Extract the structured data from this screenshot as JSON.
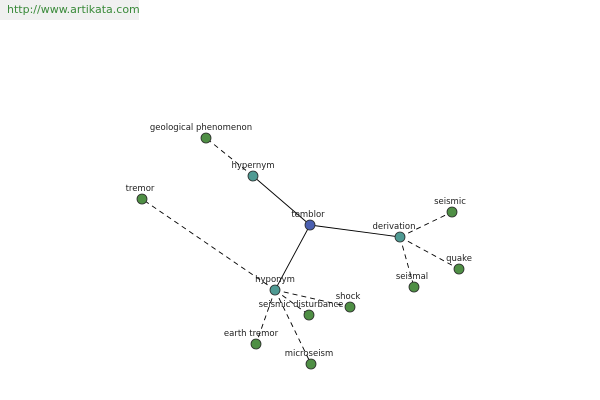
{
  "banner": {
    "url": "http://www.artikata.com"
  },
  "colors": {
    "center": "#4a5fb0",
    "relation": "#4f9a93",
    "leaf": "#4f8f45",
    "banner_text": "#3a8a3a"
  },
  "nodes": [
    {
      "id": "temblor",
      "label": "temblor",
      "kind": "center"
    },
    {
      "id": "hypernym",
      "label": "hypernym",
      "kind": "relation"
    },
    {
      "id": "derivation",
      "label": "derivation",
      "kind": "relation"
    },
    {
      "id": "hyponym",
      "label": "hyponym",
      "kind": "relation"
    },
    {
      "id": "geological-phenomenon",
      "label": "geological phenomenon",
      "kind": "leaf"
    },
    {
      "id": "tremor",
      "label": "tremor",
      "kind": "leaf"
    },
    {
      "id": "seismic",
      "label": "seismic",
      "kind": "leaf"
    },
    {
      "id": "quake",
      "label": "quake",
      "kind": "leaf"
    },
    {
      "id": "seismal",
      "label": "seismal",
      "kind": "leaf"
    },
    {
      "id": "shock",
      "label": "shock",
      "kind": "leaf"
    },
    {
      "id": "seismic-disturbance",
      "label": "seismic disturbance",
      "kind": "leaf"
    },
    {
      "id": "earth-tremor",
      "label": "earth tremor",
      "kind": "leaf"
    },
    {
      "id": "microseism",
      "label": "microseism",
      "kind": "leaf"
    }
  ],
  "edges": [
    {
      "from": "temblor",
      "to": "hypernym",
      "style": "solid"
    },
    {
      "from": "temblor",
      "to": "derivation",
      "style": "solid"
    },
    {
      "from": "temblor",
      "to": "hyponym",
      "style": "solid"
    },
    {
      "from": "hypernym",
      "to": "geological-phenomenon",
      "style": "dashed"
    },
    {
      "from": "hyponym",
      "to": "tremor",
      "style": "dashed"
    },
    {
      "from": "hyponym",
      "to": "shock",
      "style": "dashed"
    },
    {
      "from": "hyponym",
      "to": "seismic-disturbance",
      "style": "dashed"
    },
    {
      "from": "hyponym",
      "to": "earth-tremor",
      "style": "dashed"
    },
    {
      "from": "hyponym",
      "to": "microseism",
      "style": "dashed"
    },
    {
      "from": "derivation",
      "to": "seismic",
      "style": "dashed"
    },
    {
      "from": "derivation",
      "to": "quake",
      "style": "dashed"
    },
    {
      "from": "derivation",
      "to": "seismal",
      "style": "dashed"
    }
  ]
}
